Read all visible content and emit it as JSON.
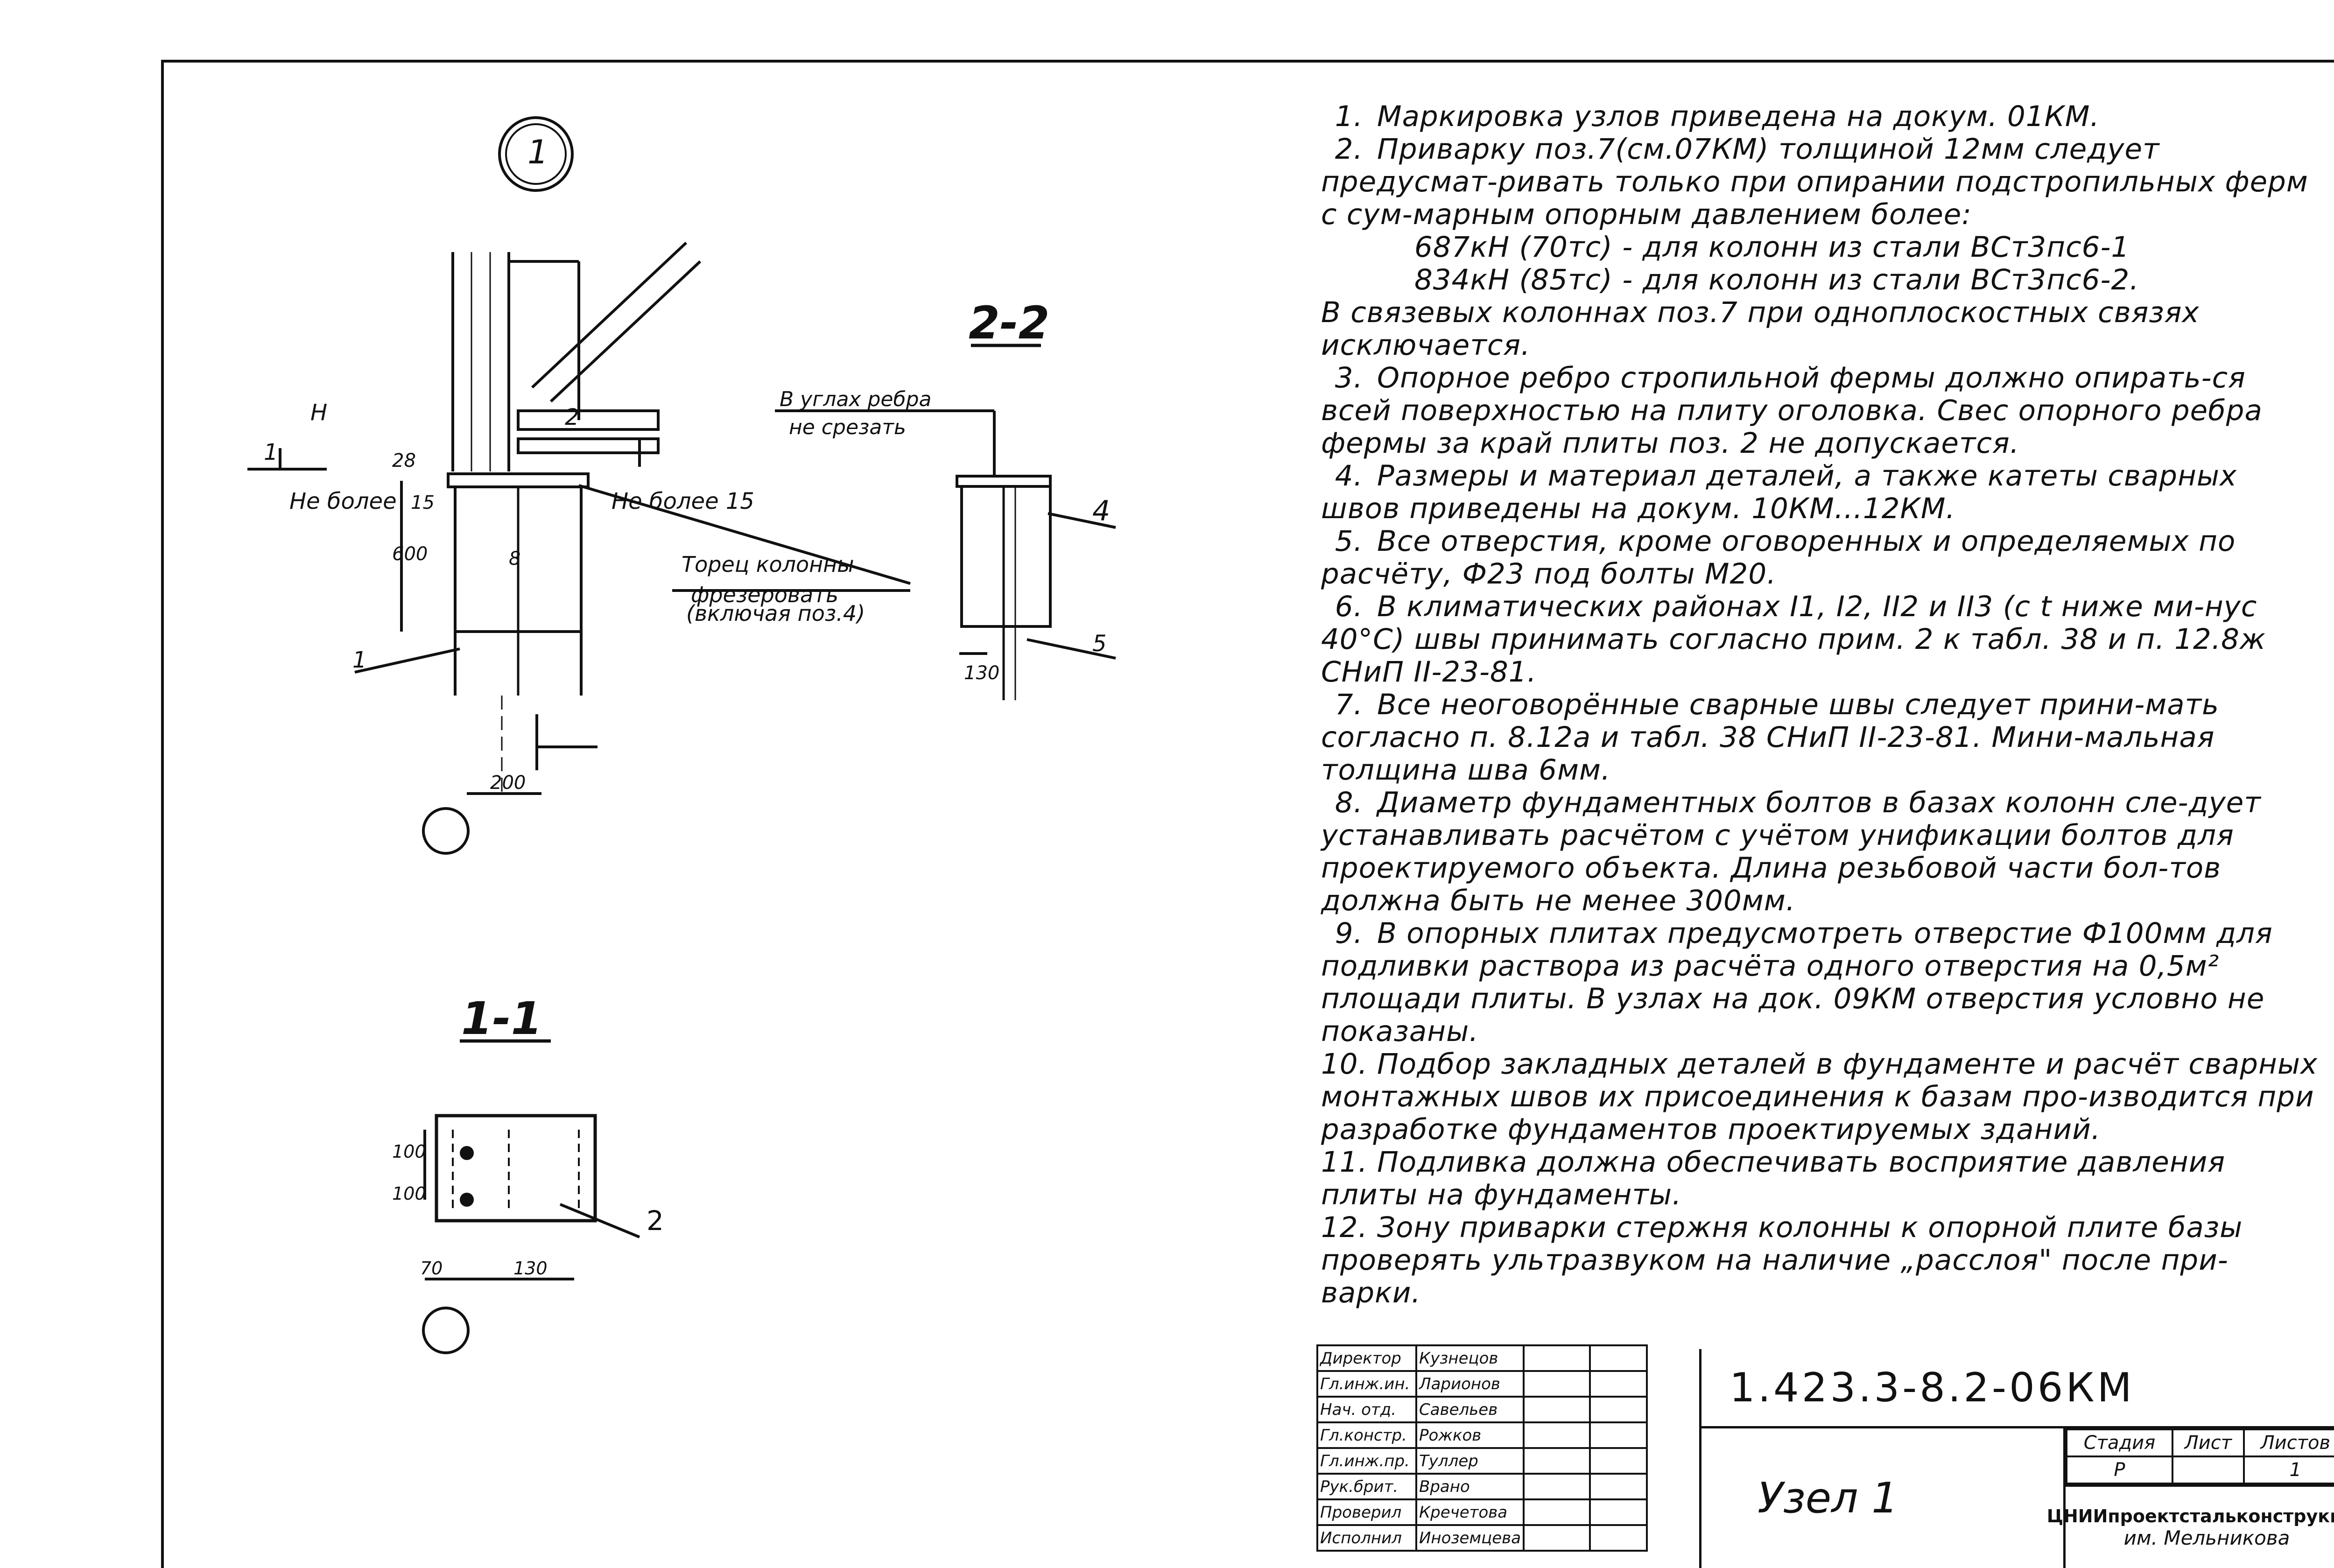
{
  "drawing": {
    "node_marker": "1",
    "section_2_2_title": "2-2",
    "section_1_1_title": "1-1",
    "labels": {
      "ne_bolee_15_left": "Не более",
      "ne_bolee_15_left_val": "15",
      "ne_bolee_15_right": "Не более 15",
      "dim_28": "28",
      "dim_600": "600",
      "dim_200": "200",
      "dim_130_2": "130",
      "dim_8": "8",
      "h_label": "Н",
      "section_1": "1",
      "section_2": "2",
      "pos_1": "1",
      "pos_4": "4",
      "pos_5": "5",
      "corner_note_1": "В углах ребра",
      "corner_note_2": "не срезать",
      "facing_note_1": "Торец колонны",
      "facing_note_2": "фрезеровать",
      "facing_note_3": "(включая поз.4)",
      "dim_100_a": "100",
      "dim_100_b": "100",
      "dim_70": "70",
      "dim_130": "130",
      "pos_2": "2"
    }
  },
  "notes": [
    {
      "num": "1.",
      "text": "Маркировка узлов приведена на докум. 01КМ."
    },
    {
      "num": "2.",
      "text": "Приварку поз.7(см.07КМ) толщиной 12мм следует предусмат-ривать только при опирании подстропильных ферм с сум-марным опорным давлением более:"
    },
    {
      "num": "",
      "text": "687кН (70тс) - для колонн из стали ВСт3пс6-1"
    },
    {
      "num": "",
      "text": "834кН (85тс) - для колонн из стали ВСт3пс6-2."
    },
    {
      "num": "",
      "text": "В связевых колоннах поз.7 при одноплоскостных связях исключается."
    },
    {
      "num": "3.",
      "text": "Опорное ребро стропильной фермы должно опирать-ся всей поверхностью на плиту оголовка. Свес опорного ребра фермы за край плиты поз. 2 не допускается."
    },
    {
      "num": "4.",
      "text": "Размеры и материал деталей, а также катеты сварных швов приведены на докум. 10КМ...12КМ."
    },
    {
      "num": "5.",
      "text": "Все отверстия, кроме оговоренных и определяемых по расчёту, Ф23 под болты М20."
    },
    {
      "num": "6.",
      "text": "В климатических районах I1, I2, II2 и II3 (с t ниже ми-нус 40°С) швы принимать согласно прим. 2 к табл. 38 и п. 12.8ж СНиП II-23-81."
    },
    {
      "num": "7.",
      "text": "Все неоговорённые сварные швы следует прини-мать согласно п. 8.12а и табл. 38 СНиП II-23-81. Мини-мальная толщина шва 6мм."
    },
    {
      "num": "8.",
      "text": "Диаметр фундаментных болтов в базах колонн сле-дует устанавливать расчётом с учётом унификации болтов для проектируемого объекта. Длина резьбовой части бол-тов должна быть не менее 300мм."
    },
    {
      "num": "9.",
      "text": "В опорных плитах предусмотреть отверстие Ф100мм для подливки раствора из расчёта одного отверстия на 0,5м² площади плиты. В узлах на док. 09КМ отверстия условно не показаны."
    },
    {
      "num": "10.",
      "text": "Подбор закладных деталей в фундаменте и расчёт сварных монтажных швов их присоединения к базам про-изводится при разработке фундаментов проектируемых зданий."
    },
    {
      "num": "11.",
      "text": "Подливка должна обеспечивать восприятие давления плиты на фундаменты."
    },
    {
      "num": "12.",
      "text": "Зону приварки стержня колонны к опорной плите базы проверять ультразвуком на наличие „расслоя\" после при-варки."
    }
  ],
  "stamp": {
    "roles": [
      {
        "role": "Директор",
        "name": "Кузнецов"
      },
      {
        "role": "Гл.инж.ин.",
        "name": "Ларионов"
      },
      {
        "role": "Нач. отд.",
        "name": "Савельев"
      },
      {
        "role": "Гл.констр.",
        "name": "Рожков"
      },
      {
        "role": "Гл.инж.пр.",
        "name": "Туллер"
      },
      {
        "role": "Рук.брит.",
        "name": "Врано"
      },
      {
        "role": "Проверил",
        "name": "Кречетова"
      },
      {
        "role": "Исполнил",
        "name": "Иноземцева"
      }
    ],
    "doc_number": "1.423.3-8.2-06КМ",
    "title": "Узел 1",
    "stage_header": "Стадия",
    "sheet_header": "Лист",
    "sheets_header": "Листов",
    "stage_value": "Р",
    "sheet_value": "",
    "sheets_value": "1",
    "org_name": "ЦНИИпроектстальконструкция",
    "org_sub": "им. Мельникова"
  }
}
